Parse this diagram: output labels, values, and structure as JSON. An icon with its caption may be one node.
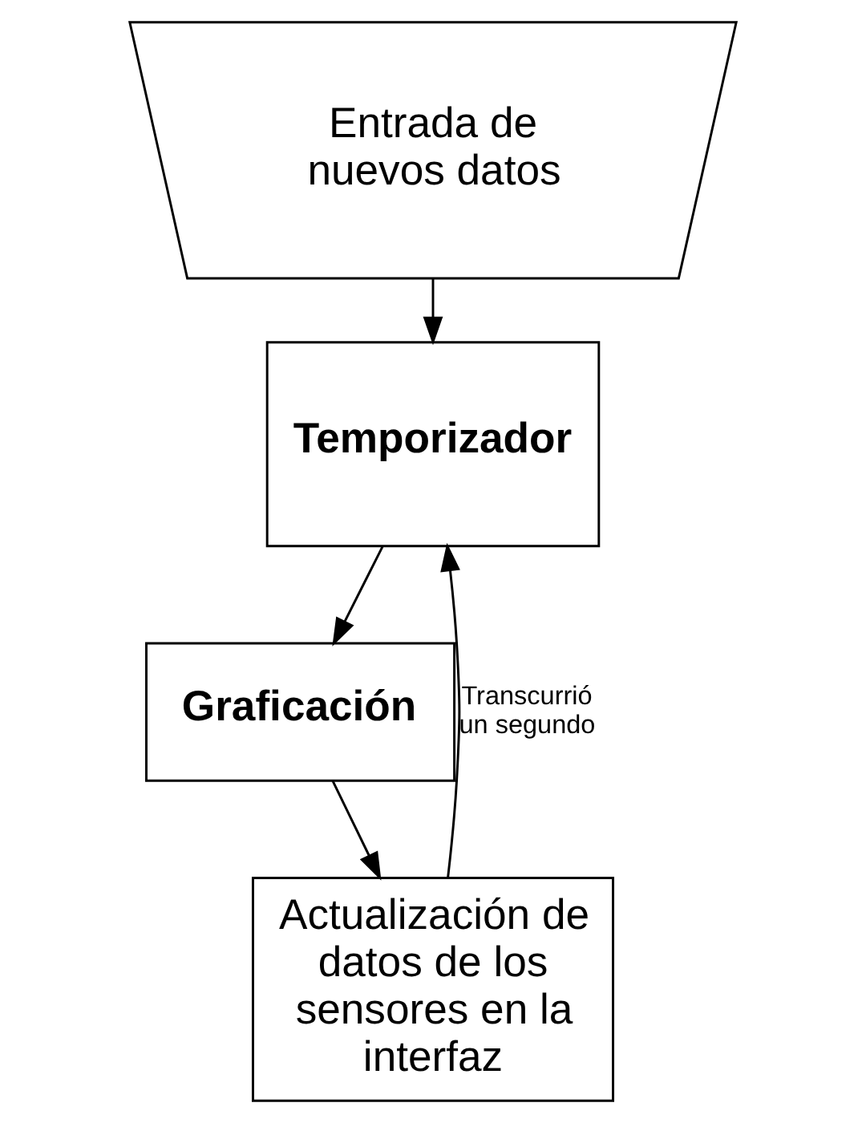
{
  "diagram": {
    "nodes": [
      {
        "text": [
          "Entrada de nuevos datos"
        ]
      },
      {
        "text": [
          "Temporizador"
        ]
      },
      {
        "text": [
          "Graficación"
        ]
      },
      {
        "text": [
          "Actualización de datos de los sensores en la interfaz"
        ]
      }
    ],
    "edges": [
      {
        "from": 0,
        "to": 1,
        "arrow": "to"
      },
      {
        "from": 1,
        "to": 2,
        "arrow": "to"
      },
      {
        "from": 2,
        "to": 3,
        "arrow": "to"
      },
      {
        "from": 3,
        "to": 1,
        "arrow": "to",
        "label": "Transcurrió un segundo"
      }
    ]
  }
}
